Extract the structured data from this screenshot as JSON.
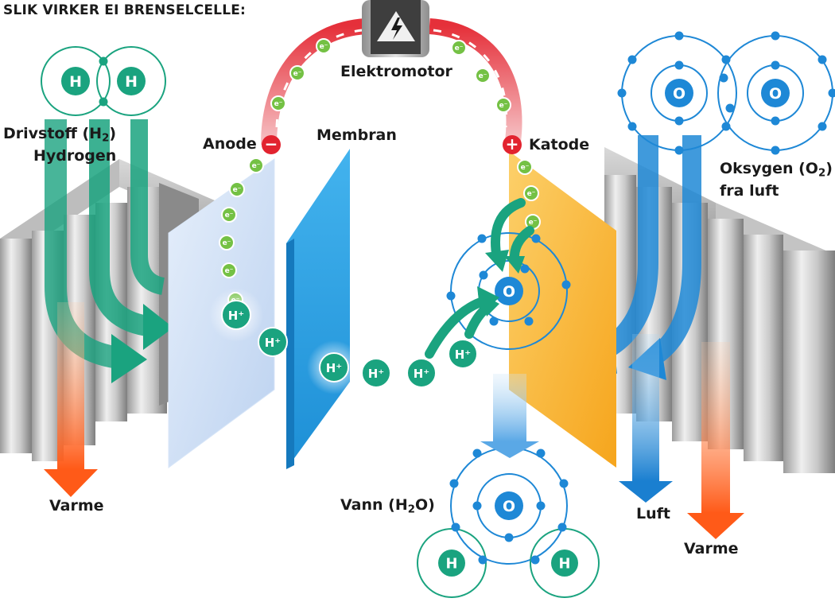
{
  "title": "SLIK VIRKER EI BRENSELCELLE:",
  "labels": {
    "fuel_line1_prefix": "Drivstoff (H",
    "fuel_line1_sub": "2",
    "fuel_line1_suffix": ")",
    "fuel_line2": "Hydrogen",
    "anode": "Anode",
    "membrane": "Membran",
    "motor": "Elektromotor",
    "cathode": "Katode",
    "oxygen_line1_prefix": "Oksygen (O",
    "oxygen_line1_sub": "2",
    "oxygen_line1_suffix": ")",
    "oxygen_line2": "fra luft",
    "heat_left": "Varme",
    "heat_right": "Varme",
    "air": "Luft",
    "water_prefix": "Vann (H",
    "water_sub": "2",
    "water_suffix": "O)"
  },
  "symbols": {
    "hydrogen": "H",
    "oxygen": "O",
    "proton": "H⁺",
    "electron": "e⁻",
    "minus": "−",
    "plus": "+"
  },
  "colors": {
    "hydrogen_green": "#1aa37f",
    "oxygen_blue": "#1e88d6",
    "heat_orange": "#ff6a2b",
    "anode_plate": "#cfe0f6",
    "membrane": "#2ea3e6",
    "cathode_plate": "#f9b431",
    "electron_green": "#74c144",
    "circuit_red": "#e5303a",
    "sign_red": "#e2232f"
  },
  "icons": [
    "lightning-icon",
    "minus-sign-icon",
    "plus-sign-icon"
  ]
}
